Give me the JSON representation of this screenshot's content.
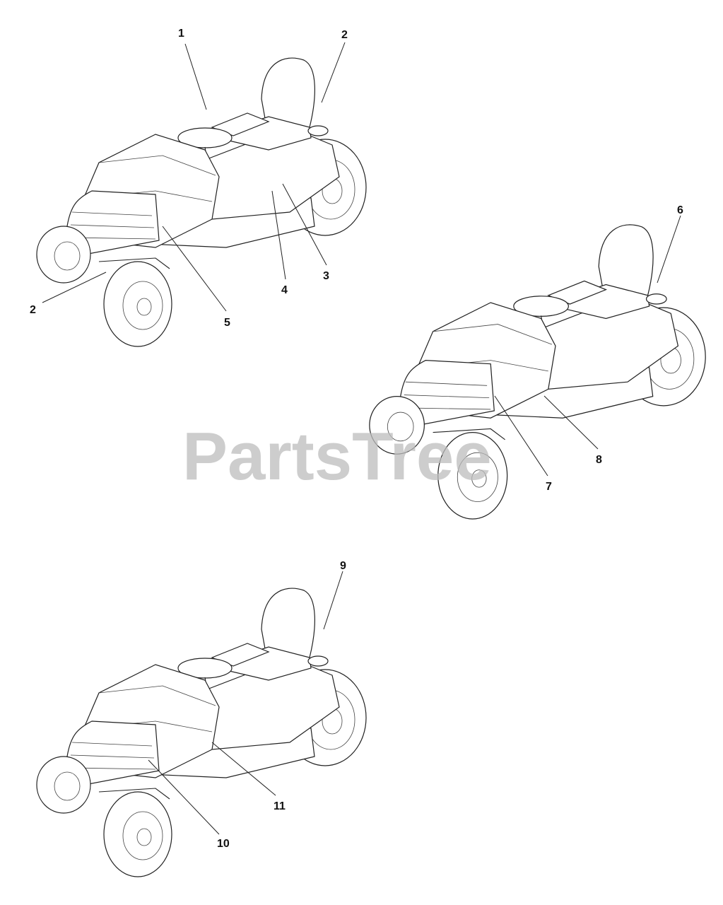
{
  "watermark": "PartsTree",
  "callouts": [
    "1",
    "2",
    "2",
    "3",
    "4",
    "5",
    "6",
    "7",
    "8",
    "9",
    "10",
    "11"
  ]
}
